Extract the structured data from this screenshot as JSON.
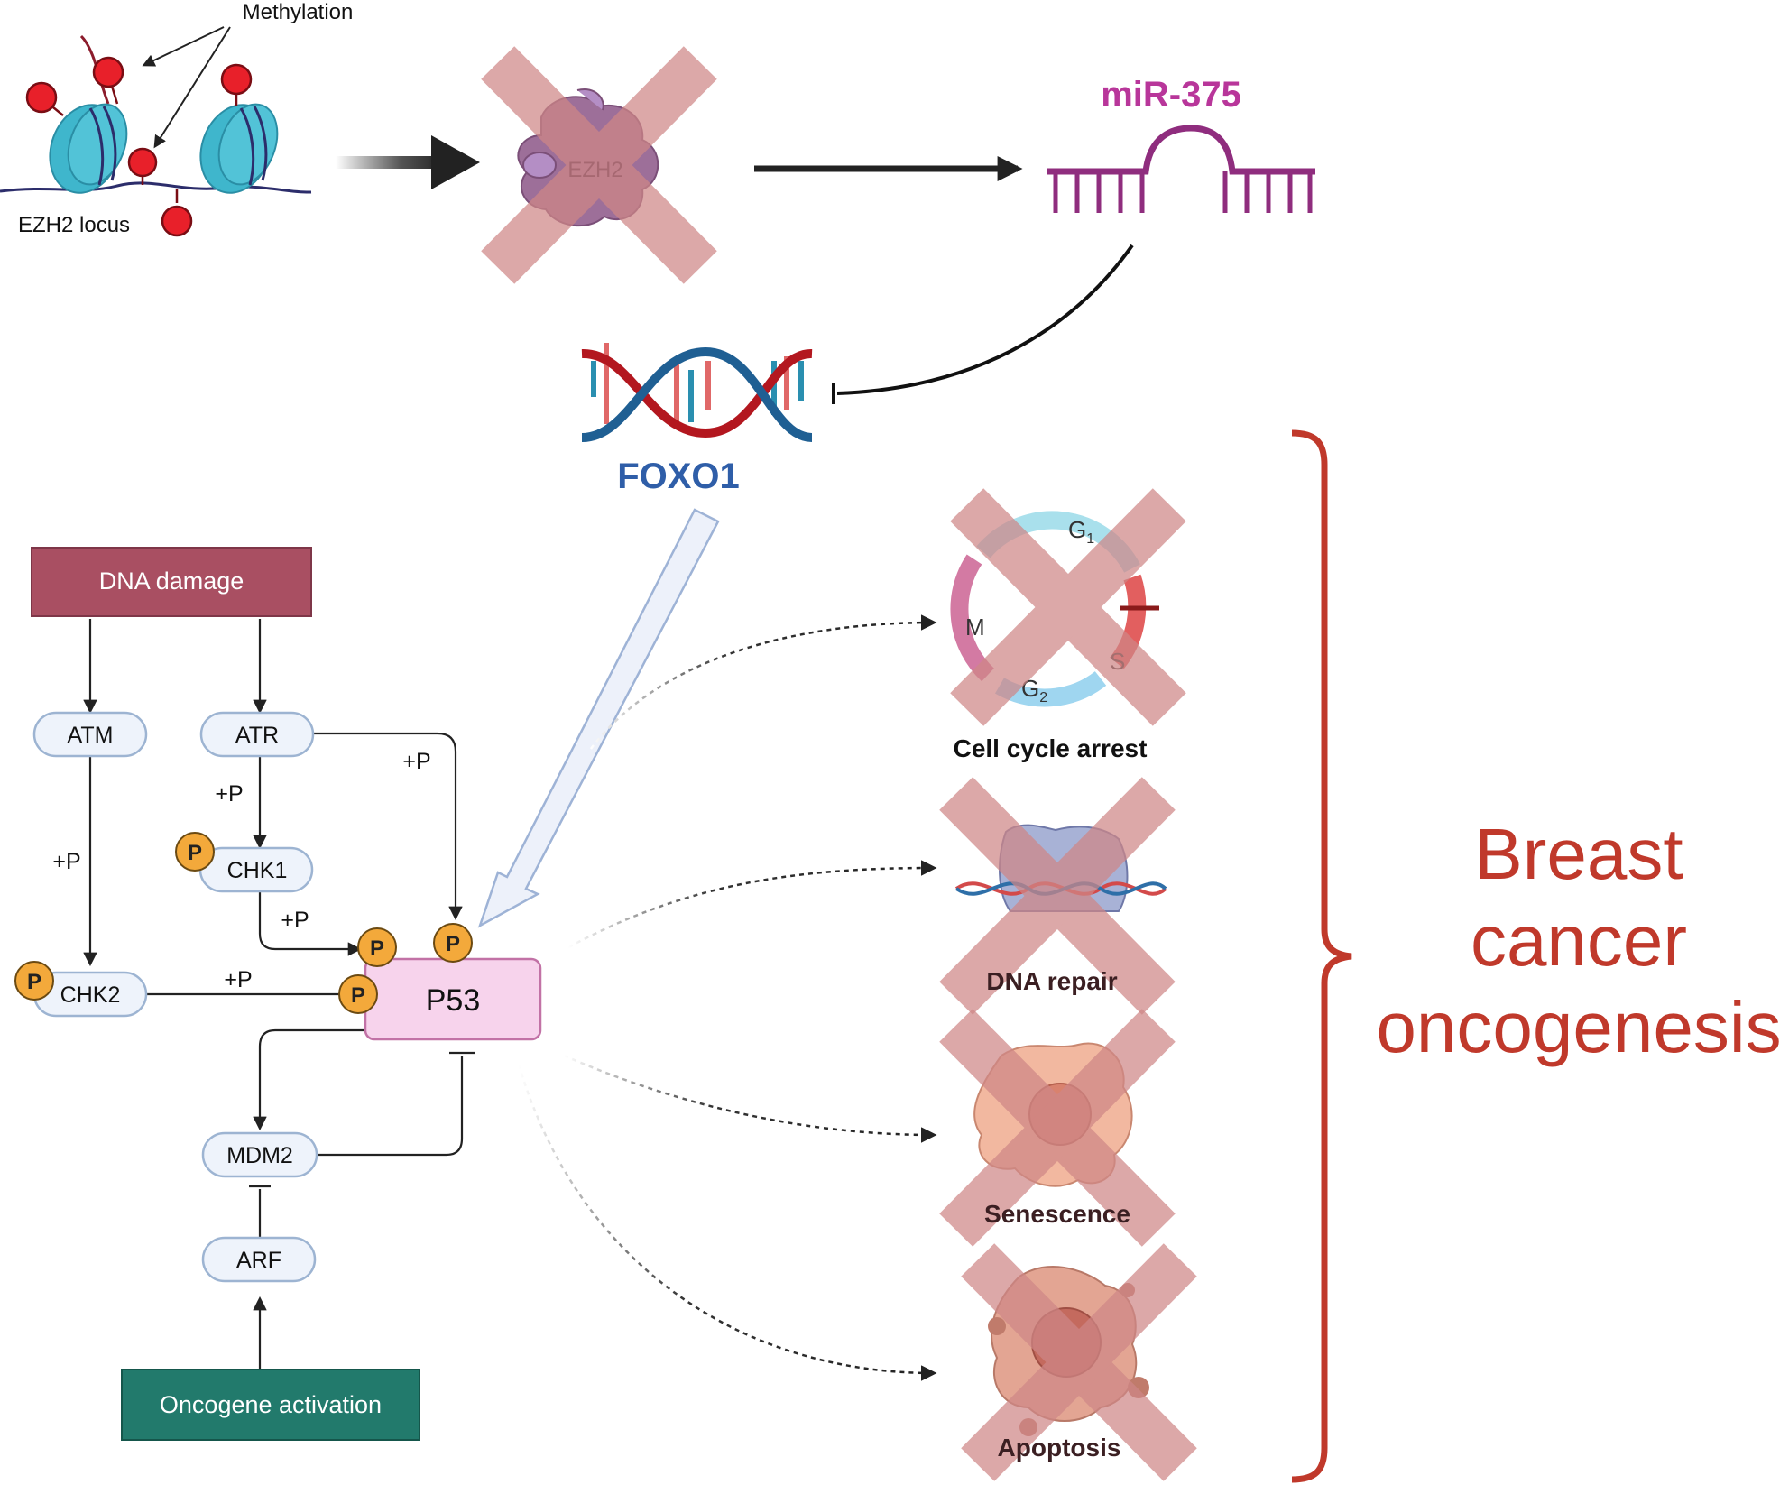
{
  "colors": {
    "mir": "#b8369a",
    "foxo": "#2f5ea8",
    "dna_damage": "#a94f62",
    "oncogene": "#227a6c",
    "cross": "#d18c8c",
    "brace": "#c0392b",
    "node_fill": "#eef3fb",
    "node_stroke": "#9db4d2",
    "p53_fill": "#f7d3ec",
    "p53_stroke": "#c272a6",
    "phospho": "#f3a93b"
  },
  "top": {
    "methylation_label": "Methylation",
    "locus_label": "EZH2 locus",
    "ezh2_label": "EZH2",
    "mir_label": "miR-375",
    "foxo_label": "FOXO1"
  },
  "pathway": {
    "dna_damage": "DNA damage",
    "atm": "ATM",
    "atr": "ATR",
    "chk1": "CHK1",
    "chk2": "CHK2",
    "p53": "P53",
    "mdm2": "MDM2",
    "arf": "ARF",
    "oncogene": "Oncogene activation",
    "plus_p": "+P",
    "p_badge": "P"
  },
  "outcomes": {
    "cell_cycle": {
      "label": "Cell cycle arrest",
      "g1": "G",
      "g1_sub": "1",
      "g2": "G",
      "g2_sub": "2",
      "m": "M",
      "s": "S"
    },
    "dna_repair": "DNA repair",
    "senescence": "Senescence",
    "apoptosis": "Apoptosis"
  },
  "result": {
    "line1": "Breast",
    "line2": "cancer",
    "line3": "oncogenesis"
  }
}
